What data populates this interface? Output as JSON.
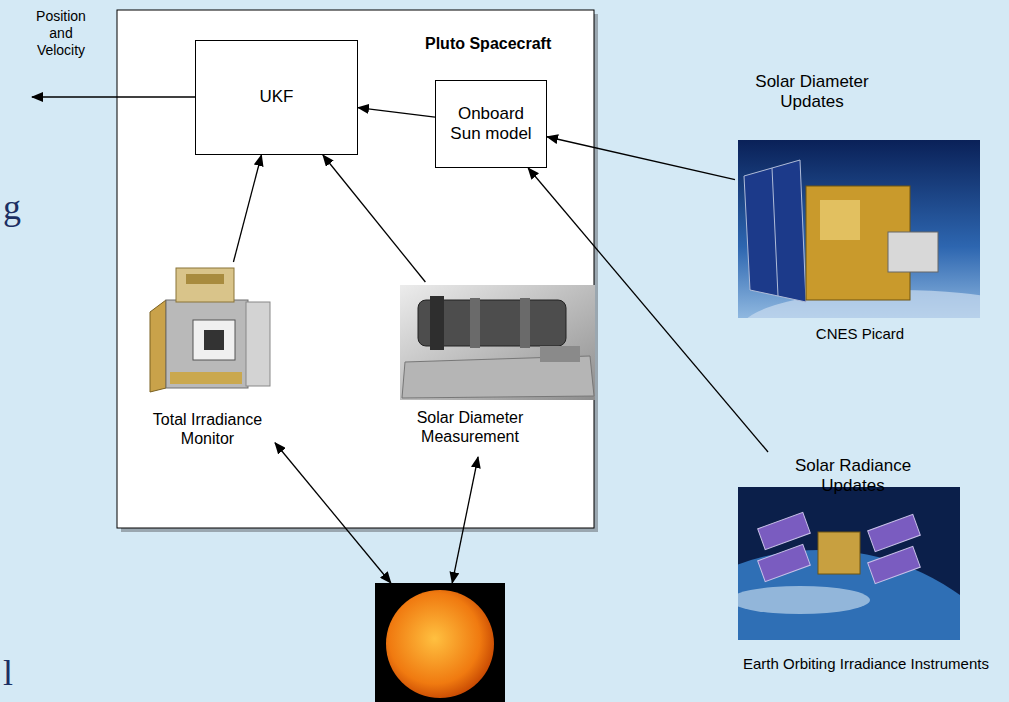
{
  "diagram": {
    "nodes": [
      {
        "text": [
          "Pluto Spacecraft"
        ]
      },
      {
        "text": [
          "UKF"
        ],
        "in": 0
      },
      {
        "text": [
          "Onboard Sun model"
        ],
        "in": 0
      },
      {
        "text": [
          "Total Irradiance Monitor"
        ],
        "in": 0
      },
      {
        "text": [
          "Solar Diameter Measurement"
        ],
        "in": 0
      },
      {
        "text": []
      },
      {
        "text": [
          "Solar Diameter Updates",
          "CNES Picard"
        ]
      },
      {
        "text": [
          "Solar Radiance Updates",
          "Earth Orbiting Irradiance Instruments"
        ]
      }
    ],
    "edges": [
      {
        "from": 2,
        "to": 1,
        "arrow": "to"
      },
      {
        "from": 3,
        "to": 1,
        "arrow": "to"
      },
      {
        "from": 4,
        "to": 1,
        "arrow": "to"
      },
      {
        "from": 6,
        "to": 2,
        "arrow": "to"
      },
      {
        "from": 7,
        "to": 2,
        "arrow": "to"
      },
      {
        "from": 3,
        "to": 5,
        "arrow": "both"
      },
      {
        "from": 4,
        "to": 5,
        "arrow": "both"
      }
    ],
    "labels": [
      "Position and Velocity",
      "g",
      "l"
    ]
  }
}
